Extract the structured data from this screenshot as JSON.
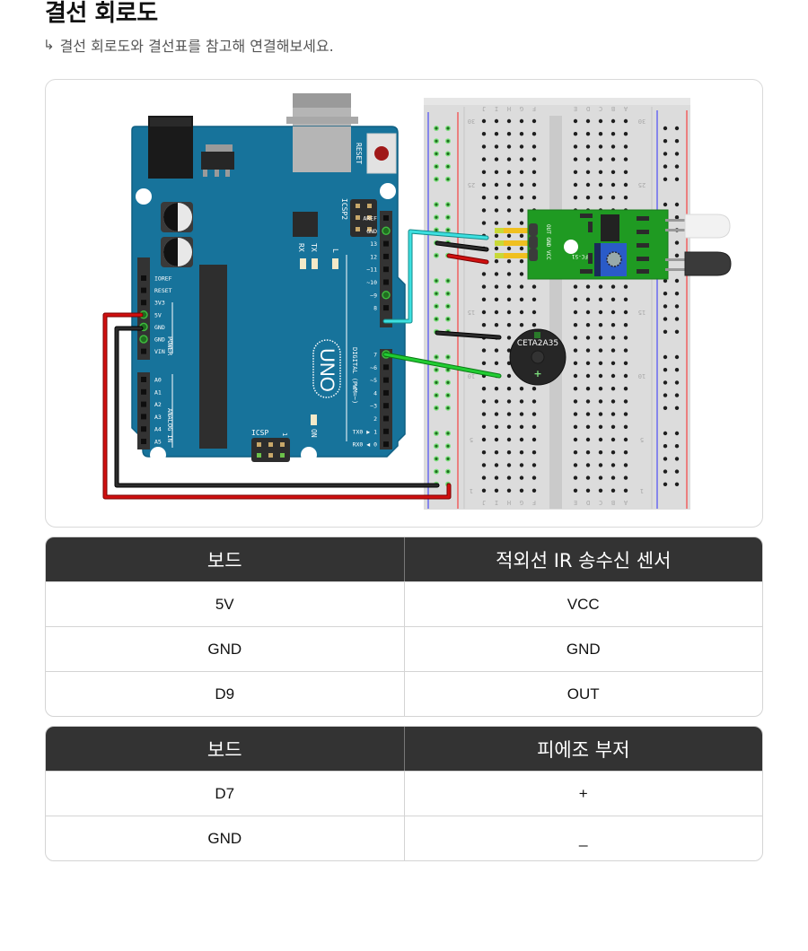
{
  "header": {
    "title": "결선 회로도",
    "subtitle_arrow": "↳",
    "subtitle": "결선 회로도와 결선표를 참고해 연결해보세요."
  },
  "diagram": {
    "board": {
      "name": "UNO",
      "labels": {
        "reset": "RESET",
        "icsp2": "ICSP2",
        "icsp": "ICSP",
        "rx": "RX",
        "tx": "TX",
        "l": "L",
        "on": "ON",
        "digital": "DIGITAL (PWM=~)",
        "power": "POWER",
        "analog": "ANALOG IN",
        "icsp_one": "1"
      },
      "power_pins": [
        "IOREF",
        "RESET",
        "3V3",
        "5V",
        "GND",
        "GND",
        "VIN"
      ],
      "analog_pins": [
        "A0",
        "A1",
        "A2",
        "A3",
        "A4",
        "A5"
      ],
      "digital_top_pins": [
        "AREF",
        "GND",
        "13",
        "12",
        "~11",
        "~10",
        "~9",
        "8"
      ],
      "digital_bottom_pins": [
        "7",
        "~6",
        "~5",
        "4",
        "~3",
        "2",
        "TX0 ▶ 1",
        "RX0 ◀ 0"
      ]
    },
    "breadboard": {
      "columns_left": [
        "J",
        "I",
        "H",
        "G",
        "F"
      ],
      "columns_right": [
        "E",
        "D",
        "C",
        "B",
        "A"
      ],
      "row_numbers": [
        "30",
        "25",
        "15",
        "10",
        "5",
        "1"
      ]
    },
    "ir_module": {
      "model": "FC-51",
      "pins": [
        "OUT",
        "GND",
        "VCC"
      ]
    },
    "buzzer": {
      "label": "CETA2A35",
      "plus": "+"
    },
    "wire_colors": {
      "power": "#d01010",
      "ground": "#1a1a1a",
      "signal_ir": "#2fd6d6",
      "signal_buzzer": "#1fbf2a"
    }
  },
  "tables": [
    {
      "headers": [
        "보드",
        "적외선 IR 송수신 센서"
      ],
      "rows": [
        [
          "5V",
          "VCC"
        ],
        [
          "GND",
          "GND"
        ],
        [
          "D9",
          "OUT"
        ]
      ]
    },
    {
      "headers": [
        "보드",
        "피에조 부저"
      ],
      "rows": [
        [
          "D7",
          "+"
        ],
        [
          "GND",
          "_"
        ]
      ]
    }
  ]
}
